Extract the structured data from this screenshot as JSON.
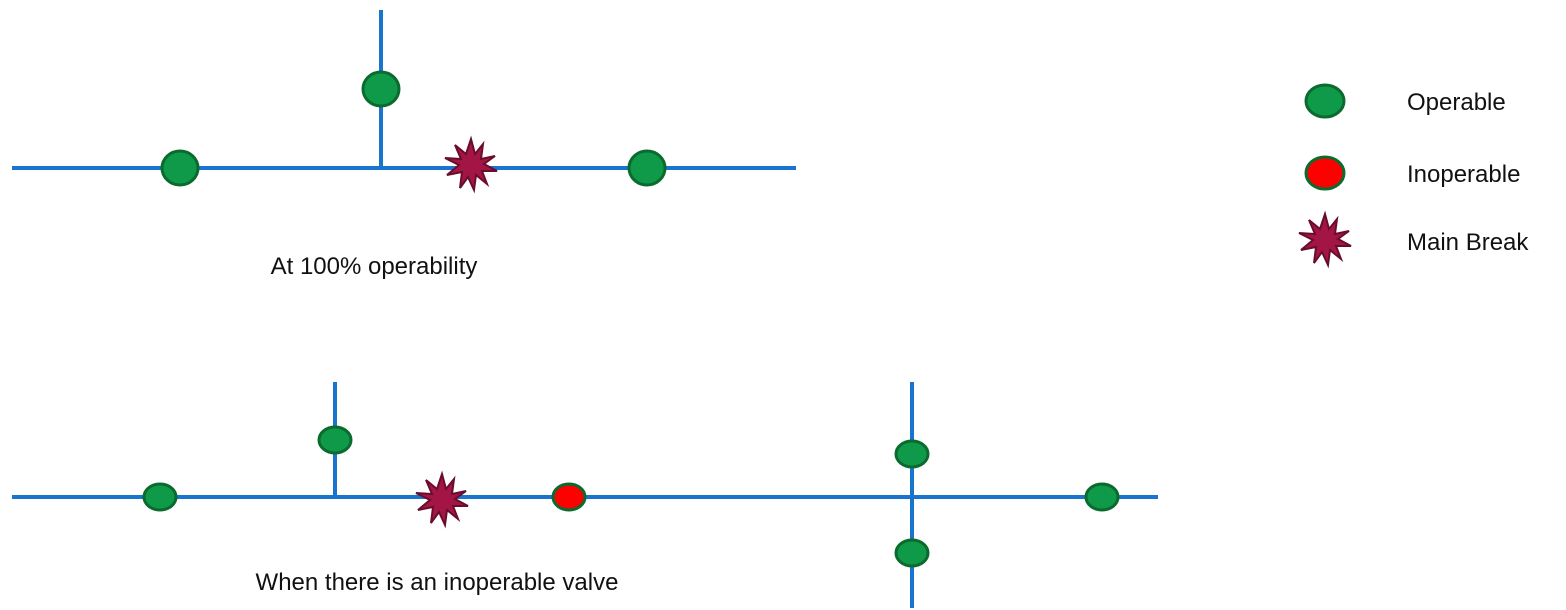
{
  "colors": {
    "pipe": "#1874cd",
    "operable": "#0e9a48",
    "operable_outline": "#0b6b2e",
    "inoperable": "#ff0000",
    "main_break": "#a31545"
  },
  "legend": {
    "operable_label": "Operable",
    "inoperable_label": "Inoperable",
    "main_break_label": "Main Break"
  },
  "top_scenario": {
    "caption": "At 100% operability",
    "valves": [
      "operable",
      "operable",
      "operable"
    ],
    "main_breaks": 1
  },
  "bottom_scenario": {
    "caption": "When there is an inoperable valve",
    "valves": [
      "operable",
      "operable",
      "inoperable",
      "operable",
      "operable",
      "operable"
    ],
    "main_breaks": 1
  }
}
